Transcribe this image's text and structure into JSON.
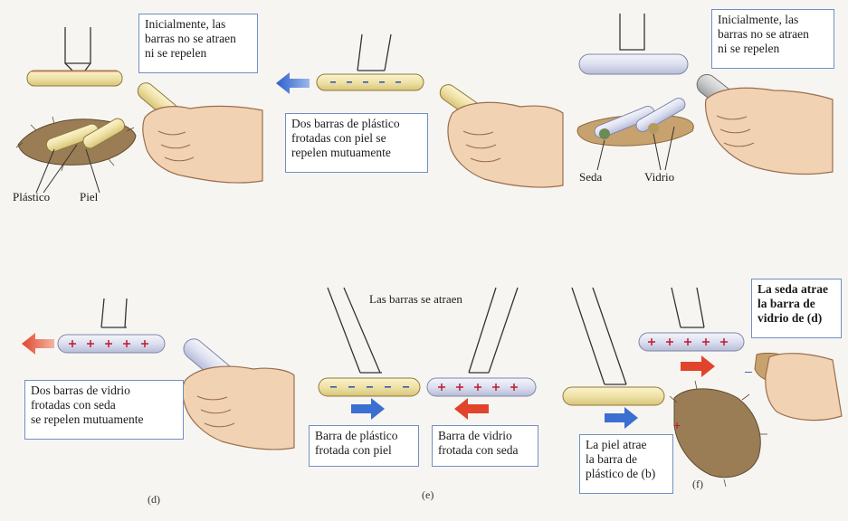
{
  "colors": {
    "caption_border": "#6f8fc4",
    "plastic_rod": "#efe2a6",
    "glass_rod": "#dcdff0",
    "arrow_blue": "#3b6fd1",
    "arrow_red": "#e0452c",
    "charge_red": "#c2182f",
    "charge_blue": "#3956b5",
    "fur": "#9a7d55",
    "silk": "#c8a26e",
    "skin": "#f1d2b3"
  },
  "panel_a": {
    "caption": "Inicialmente, las\nbarras no se atraen\nni se repelen",
    "label_plastic": "Plástico",
    "label_fur": "Piel"
  },
  "panel_b": {
    "caption": "Dos barras de plástico\nfrotadas con piel se\nrepelen mutuamente"
  },
  "panel_c": {
    "caption": "Inicialmente, las\nbarras no se atraen\nni se repelen",
    "label_silk": "Seda",
    "label_glass": "Vidrio"
  },
  "panel_d": {
    "caption": "Dos barras de vidrio\nfrotadas con seda\nse repelen mutuamente",
    "letter": "(d)"
  },
  "panel_e": {
    "top_label": "Las barras se atraen",
    "caption_left": "Barra de plástico\nfrotada con piel",
    "caption_right": "Barra de vidrio\nfrotada con seda",
    "letter": "(e)"
  },
  "panel_f": {
    "caption_top": "La seda atrae\nla barra de\nvidrio de (d)",
    "caption_bottom": "La piel atrae\nla barra de\nplástico de (b)",
    "letter": "(f)"
  },
  "icons": [
    "hand-icon",
    "rod-icon",
    "fur-icon",
    "silk-icon",
    "arrow-icon"
  ]
}
